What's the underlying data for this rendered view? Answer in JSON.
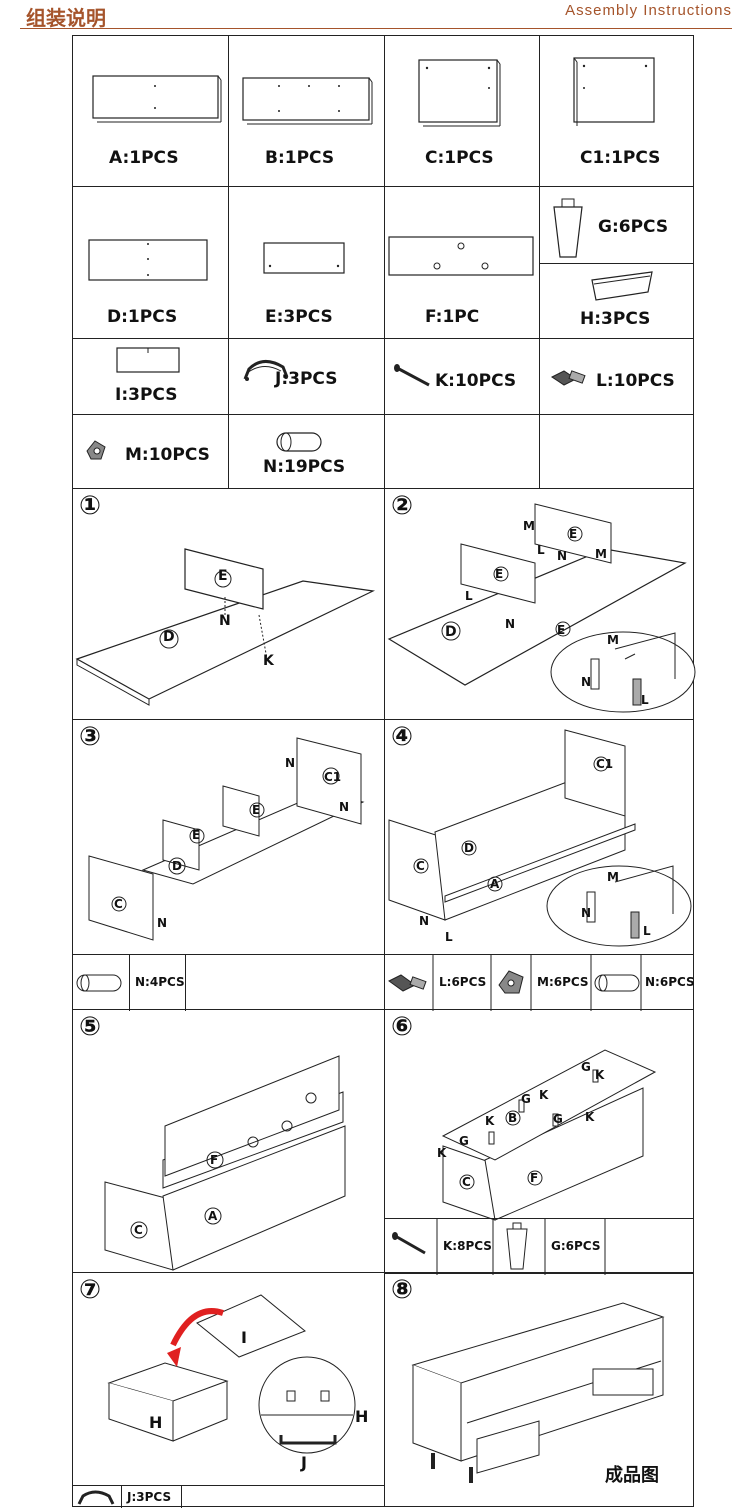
{
  "header": {
    "title_cn": "组装说明",
    "title_en": "Assembly Instructions"
  },
  "parts": [
    {
      "label": "A:1PCS"
    },
    {
      "label": "B:1PCS"
    },
    {
      "label": "C:1PCS"
    },
    {
      "label": "C1:1PCS"
    },
    {
      "label": "D:1PCS"
    },
    {
      "label": "E:3PCS"
    },
    {
      "label": "F:1PC"
    },
    {
      "label": "G:6PCS"
    },
    {
      "label": "H:3PCS"
    },
    {
      "label": "I:3PCS"
    },
    {
      "label": "J:3PCS"
    },
    {
      "label": "K:10PCS"
    },
    {
      "label": "L:10PCS"
    },
    {
      "label": "M:10PCS"
    },
    {
      "label": "N:19PCS"
    }
  ],
  "steps": [
    "①",
    "②",
    "③",
    "④",
    "⑤",
    "⑥",
    "⑦",
    "⑧"
  ],
  "step_labels": {
    "s1": [
      "E",
      "D",
      "N",
      "K"
    ],
    "s2": [
      "M",
      "E",
      "N",
      "M",
      "L",
      "E",
      "D",
      "N",
      "L",
      "E",
      "M",
      "N",
      "L"
    ],
    "s3": [
      "N",
      "C1",
      "N",
      "E",
      "E",
      "D",
      "C",
      "N"
    ],
    "s4": [
      "C1",
      "D",
      "C",
      "A",
      "N",
      "L",
      "M",
      "N",
      "L"
    ],
    "s5": [
      "F",
      "C",
      "A"
    ],
    "s6": [
      "G",
      "K",
      "G",
      "K",
      "K",
      "G",
      "K",
      "B",
      "G",
      "K",
      "F",
      "C"
    ],
    "s7": [
      "I",
      "H",
      "H",
      "J"
    ]
  },
  "hardware_row_3": [
    "N:4PCS"
  ],
  "hardware_row_4": [
    "L:6PCS",
    "M:6PCS",
    "N:6PCS"
  ],
  "hardware_row_6": [
    "K:8PCS",
    "G:6PCS"
  ],
  "hardware_row_7": [
    "J:3PCS"
  ],
  "finished_caption": "成品图"
}
